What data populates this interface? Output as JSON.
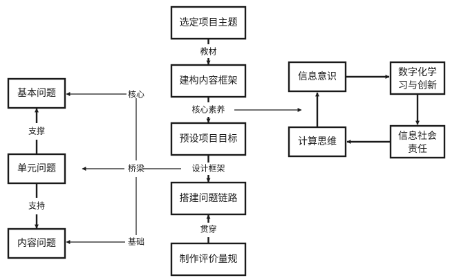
{
  "nodes": {
    "select_theme": "选定项目主题",
    "build_framework": "建构内容框架",
    "preset_goal": "预设项目目标",
    "build_chain": "搭建问题链路",
    "make_rubric": "制作评价量规",
    "basic_question": "基本问题",
    "unit_question": "单元问题",
    "content_question": "内容问题",
    "info_awareness": "信息意识",
    "digital_learning": [
      "数字化学",
      "习与创新"
    ],
    "computational_thinking": "计算思维",
    "social_responsibility": [
      "信息社会",
      "责任"
    ]
  },
  "edge_labels": {
    "textbook": "教材",
    "core_literacy": "核心素养",
    "design_framework": "设计框架",
    "runs_through": "贯穿",
    "core": "核心",
    "bridge": "桥梁",
    "foundation": "基础",
    "support_1": "支撑",
    "support_2": "支持"
  }
}
